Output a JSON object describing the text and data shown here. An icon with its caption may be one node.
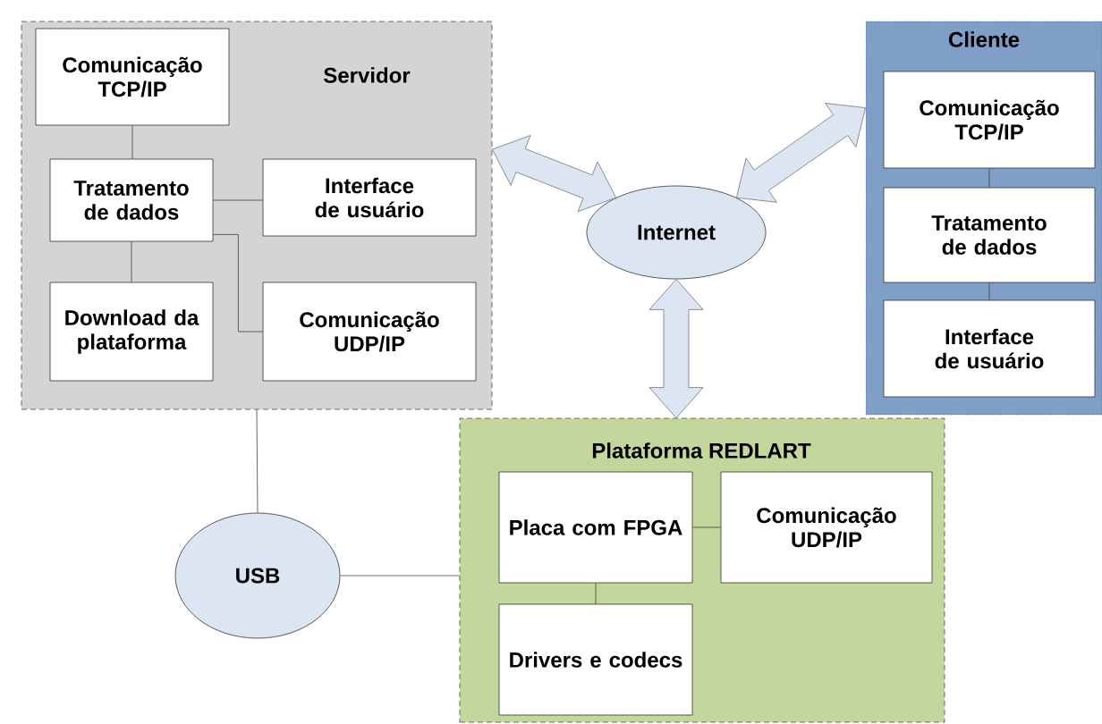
{
  "diagram": {
    "nodes": [
      {
        "text": [
          "Servidor"
        ]
      },
      {
        "text": [
          "Comunicação TCP/IP"
        ],
        "in": 0
      },
      {
        "text": [
          "Tratamento de dados"
        ],
        "in": 0
      },
      {
        "text": [
          "Interface de usuário"
        ],
        "in": 0
      },
      {
        "text": [
          "Download da plataforma"
        ],
        "in": 0
      },
      {
        "text": [
          "Comunicação UDP/IP"
        ],
        "in": 0
      },
      {
        "text": [
          "Internet"
        ]
      },
      {
        "text": [
          "Cliente"
        ]
      },
      {
        "text": [
          "Comunicação TCP/IP"
        ],
        "in": 7
      },
      {
        "text": [
          "Tratamento de dados"
        ],
        "in": 7
      },
      {
        "text": [
          "Interface de usuário"
        ],
        "in": 7
      },
      {
        "text": [
          "USB"
        ]
      },
      {
        "text": [
          "Plataforma REDLART"
        ]
      },
      {
        "text": [
          "Placa com FPGA"
        ],
        "in": 12
      },
      {
        "text": [
          "Comunicação UDP/IP"
        ],
        "in": 12
      },
      {
        "text": [
          "Drivers e codecs"
        ],
        "in": 12
      }
    ],
    "edges": [
      {
        "from": 1,
        "to": 2,
        "arrow": "none"
      },
      {
        "from": 2,
        "to": 3,
        "arrow": "none"
      },
      {
        "from": 2,
        "to": 4,
        "arrow": "none"
      },
      {
        "from": 2,
        "to": 5,
        "arrow": "none"
      },
      {
        "from": 0,
        "to": 6,
        "arrow": "both",
        "style": "thick",
        "color": "#dce6f2"
      },
      {
        "from": 6,
        "to": 7,
        "arrow": "both",
        "style": "thick",
        "color": "#dce6f2"
      },
      {
        "from": 8,
        "to": 9,
        "arrow": "none"
      },
      {
        "from": 9,
        "to": 10,
        "arrow": "none"
      },
      {
        "from": 0,
        "to": 11,
        "arrow": "none"
      },
      {
        "from": 11,
        "to": 12,
        "arrow": "none"
      },
      {
        "from": 6,
        "to": 12,
        "arrow": "both",
        "style": "thick",
        "color": "#dce6f2"
      },
      {
        "from": 13,
        "to": 14,
        "arrow": "none"
      },
      {
        "from": 13,
        "to": 15,
        "arrow": "none"
      }
    ]
  }
}
